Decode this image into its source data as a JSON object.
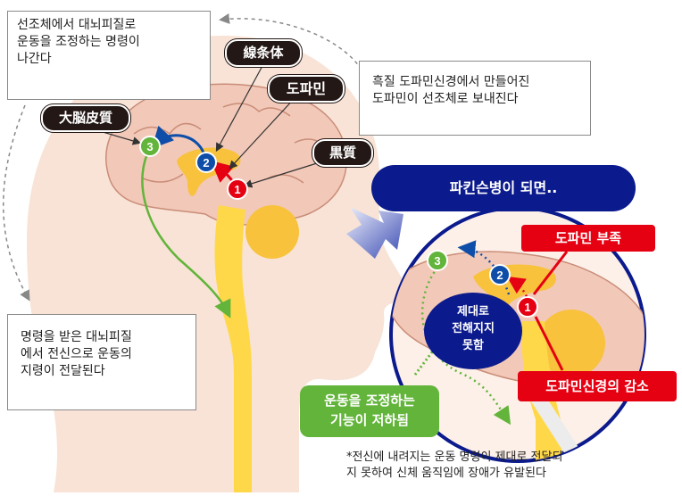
{
  "callouts": {
    "top_left": "선조체에서 대뇌피질로\n운동을 조정하는 명령이\n나간다",
    "top_right": "흑질 도파민신경에서 만들어진\n도파민이 선조체로 보내진다",
    "bottom_left": "명령을 받은 대뇌피질\n에서 전신으로 운동의\n지령이 전달된다"
  },
  "labels": {
    "striatum": "線条体",
    "dopamine": "도파민",
    "cortex": "大脳皮質",
    "substantia_nigra": "黒質"
  },
  "parkinson": {
    "heading": "파킨슨병이 되면..",
    "dopamine_shortage": "도파민 부족",
    "neuron_decrease": "도파민신경의 감소",
    "not_transmitted": "제대로\n전해지지\n못함",
    "motor_decline": "운동을 조정하는\n기능이 저하됨"
  },
  "markers": [
    "1",
    "2",
    "3"
  ],
  "footnote": "*전신에 내려지는 운동 명령이 제대로 전달되\n지 못하여 신체 움직임에 장애가 유발된다",
  "colors": {
    "marker_1": "#e50012",
    "marker_2": "#0e4ea8",
    "marker_3": "#62b43a",
    "nigra": "#ffd400",
    "spine": "#ffd84a",
    "navy": "#0b1a8c",
    "red": "#e50012",
    "green": "#62b43a"
  }
}
